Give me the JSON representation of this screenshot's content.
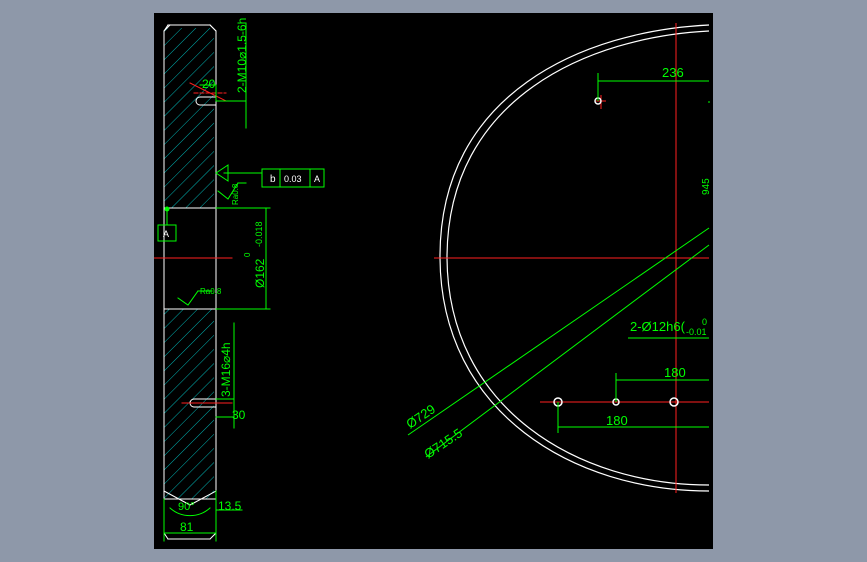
{
  "colors": {
    "background": "#8e98a9",
    "paper": "#000000",
    "outline": "#ffffff",
    "dimension": "#00ff00",
    "centerline": "#ff0000",
    "hatch": "#00c0c0",
    "tolerance_box": "#00ff00"
  },
  "section_view": {
    "dims": {
      "top_hole_callout": "2-M10⌀1.5-6h",
      "top_hole_depth": "20",
      "bottom_hole_callout": "3-M16⌀4h",
      "bottom_hole_depth": "30",
      "bore_diameter": "Ø162",
      "bore_tol_upper": "0",
      "bore_tol_lower": "-0.018",
      "roughness_top": "Ra0.8",
      "roughness_bottom": "Ra0.8",
      "chamfer_angle": "90°",
      "chamfer_size": "13.5",
      "overall_width": "81"
    },
    "gdt": {
      "symbol": "b",
      "tolerance": "0.03",
      "datum": "A"
    },
    "datum_label": "A"
  },
  "plan_view": {
    "dims": {
      "hole_offset_top": "236",
      "vertical_offset": "945",
      "pin_callout": "2-Ø12h6(",
      "pin_tol_upper": "0",
      "pin_tol_lower": "-0.01",
      "spacing_upper": "180",
      "spacing_lower": "180",
      "diameter_inner": "Ø729",
      "diameter_outer": "Ø715.5"
    }
  }
}
